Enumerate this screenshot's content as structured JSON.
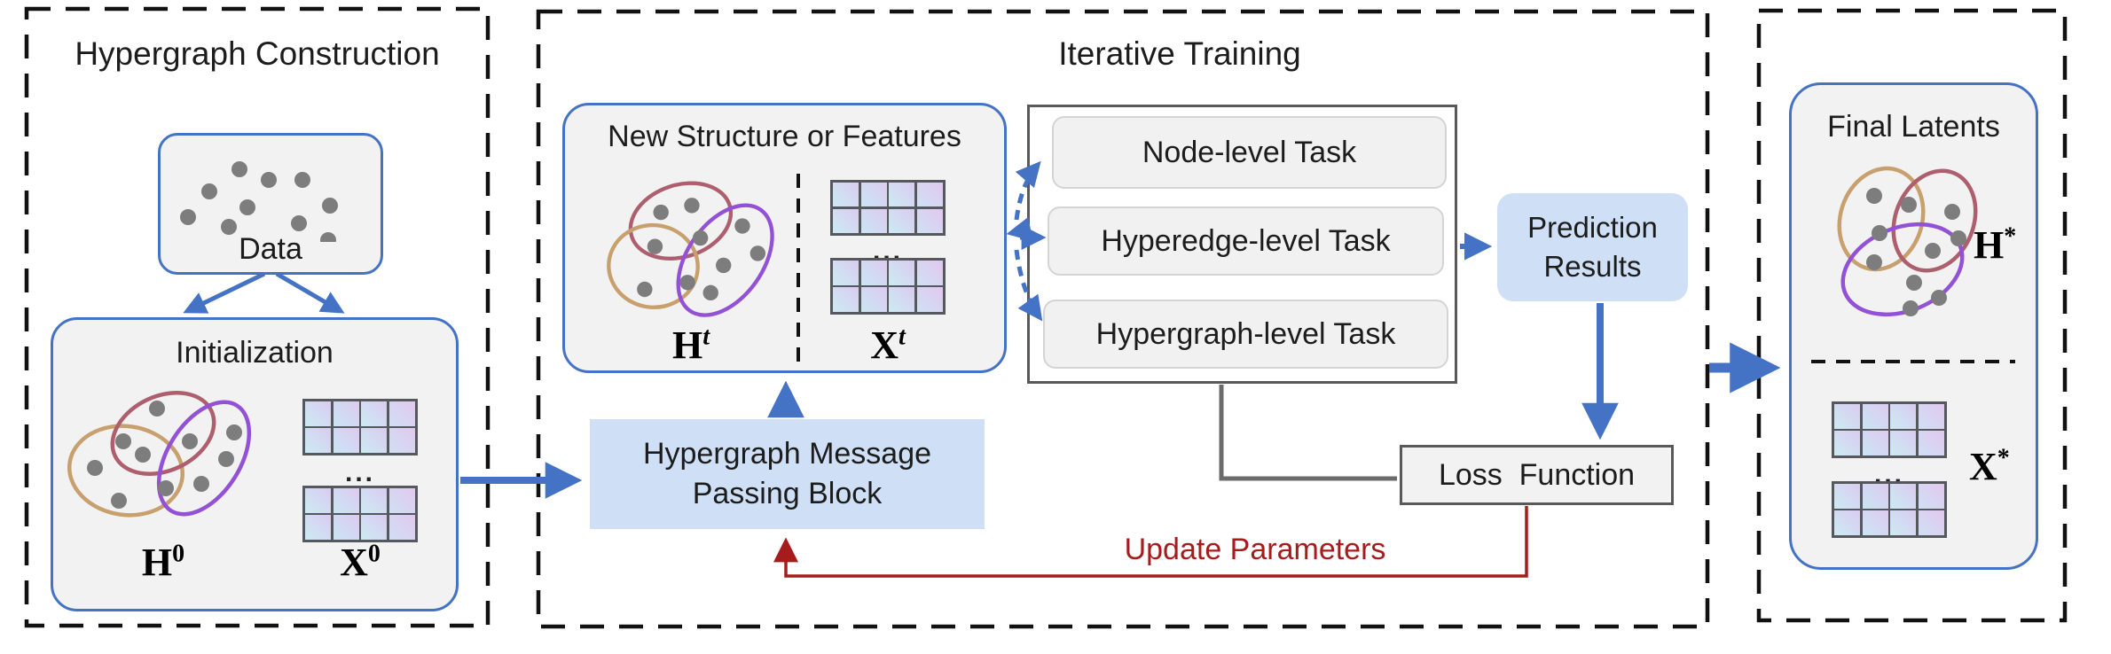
{
  "colors": {
    "accent_blue": "#4472c4",
    "light_blue_fill": "#cfdff5",
    "panel_fill": "#f2f2f2",
    "task_fill": "#f1f1f1",
    "task_border": "#d4d4d4",
    "gray_border": "#595959",
    "connector_gray": "#6b6b6b",
    "update_red": "#a61c1c",
    "dot_gray": "#7d7d7d",
    "ellipse_tan": "#c8a06e",
    "ellipse_maroon": "#ad5f6d",
    "ellipse_purple": "#9351d6",
    "cell_blue": "#c9e6f3",
    "cell_purple": "#decaf0"
  },
  "construction": {
    "title": "Hypergraph Construction",
    "data_label": "Data",
    "init_title": "Initialization",
    "h_base": "H",
    "h_sup": "0",
    "x_base": "X",
    "x_sup": "0",
    "ellipsis": "..."
  },
  "training": {
    "title": "Iterative Training",
    "new_structure_title": "New Structure or Features",
    "h_base": "H",
    "h_sup": "t",
    "x_base": "X",
    "x_sup": "t",
    "ellipsis": "...",
    "tasks": [
      {
        "label": "Node-level Task"
      },
      {
        "label": "Hyperedge-level Task"
      },
      {
        "label": "Hypergraph-level Task"
      }
    ],
    "prediction_label": "Prediction Results",
    "message_passing_label": "Hypergraph Message Passing Block",
    "loss_label": "Loss  Function",
    "update_label": "Update Parameters"
  },
  "latents": {
    "title": "Final Latents",
    "h_base": "H",
    "h_sup": "*",
    "x_base": "X",
    "x_sup": "*",
    "ellipsis": "..."
  }
}
